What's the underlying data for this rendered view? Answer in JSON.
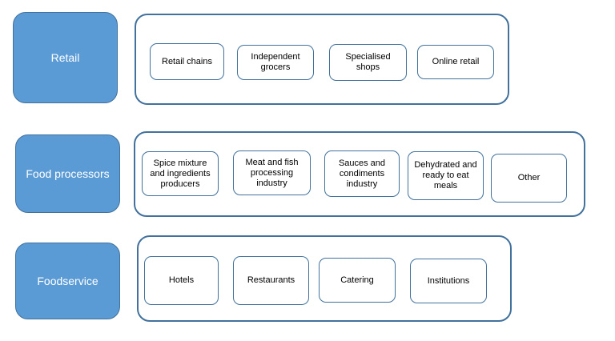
{
  "rows": [
    {
      "category": "Retail",
      "items": [
        "Retail chains",
        "Independent grocers",
        "Specialised shops",
        "Online retail"
      ]
    },
    {
      "category": "Food processors",
      "items": [
        "Spice mixture and ingredients producers",
        "Meat and fish processing industry",
        "Sauces and condiments industry",
        "Dehydrated and ready to eat meals",
        "Other"
      ]
    },
    {
      "category": "Foodservice",
      "items": [
        "Hotels",
        "Restaurants",
        "Catering",
        "Institutions"
      ]
    }
  ]
}
